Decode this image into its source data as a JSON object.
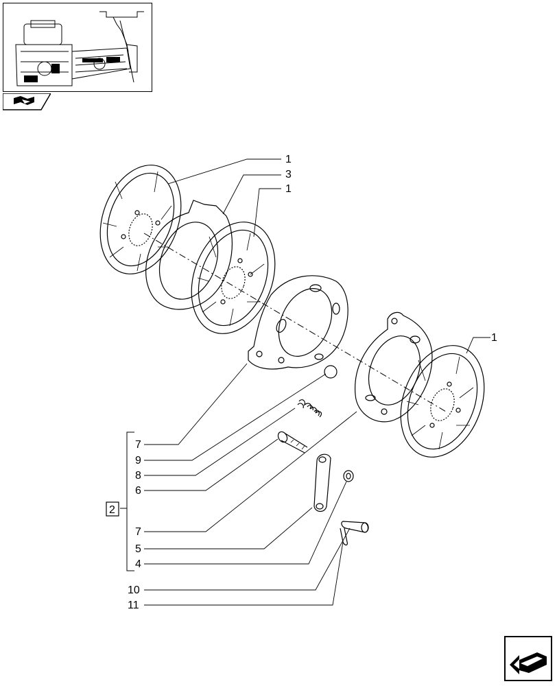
{
  "diagram": {
    "callouts": {
      "c1a": "1",
      "c3": "3",
      "c1b": "1",
      "c1c": "1",
      "c7a": "7",
      "c9": "9",
      "c8": "8",
      "c6": "6",
      "c7b": "7",
      "c5": "5",
      "c4": "4",
      "c10": "10",
      "c11": "11",
      "kit": "2"
    }
  },
  "icons": {
    "thumbnail": "tractor-assembly-thumbnail",
    "nav_tab": "book-icon",
    "next": "next-page-arrow-icon"
  }
}
